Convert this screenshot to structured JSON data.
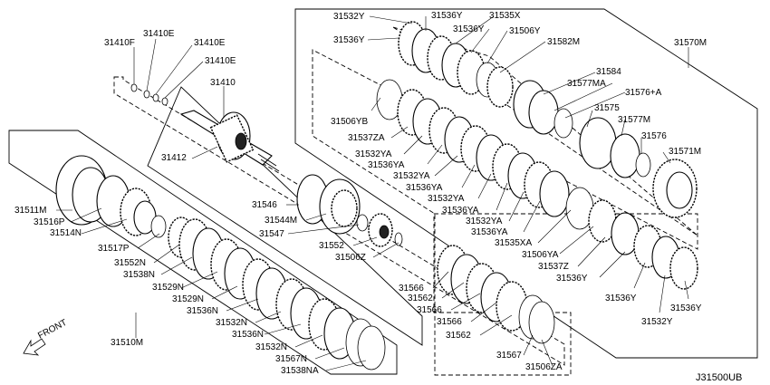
{
  "diagram": {
    "code": "J31500UB",
    "front_label": "FRONT",
    "labels": {
      "p31410F": "31410F",
      "p31410E_a": "31410E",
      "p31410E_b": "31410E",
      "p31410E_c": "31410E",
      "p31410": "31410",
      "p31412": "31412",
      "p31511M": "31511M",
      "p31516P": "31516P",
      "p31514N": "31514N",
      "p31517P": "31517P",
      "p31552N": "31552N",
      "p31538N": "31538N",
      "p31529N_a": "31529N",
      "p31529N_b": "31529N",
      "p31536N_a": "31536N",
      "p31532N_a": "31532N",
      "p31536N_b": "31536N",
      "p31532N_b": "31532N",
      "p31567N": "31567N",
      "p31538NA": "31538NA",
      "p31510M": "31510M",
      "p31546": "31546",
      "p31544M": "31544M",
      "p31547": "31547",
      "p31552": "31552",
      "p31506Z": "31506Z",
      "p31566_a": "31566",
      "p31562_a": "31562",
      "p31566_b": "31566",
      "p31566_c": "31566",
      "p31562_b": "31562",
      "p31567": "31567",
      "p31506ZA": "31506ZA",
      "p31532Y_a": "31532Y",
      "p31536Y_a": "31536Y",
      "p31535X": "31535X",
      "p31536Y_b": "31536Y",
      "p31506Y": "31506Y",
      "p31536Y_c": "31536Y",
      "p31582M": "31582M",
      "p31570M": "31570M",
      "p31584": "31584",
      "p31577MA": "31577MA",
      "p31576A": "31576+A",
      "p31506YB": "31506YB",
      "p31575": "31575",
      "p31577M": "31577M",
      "p31537ZA": "31537ZA",
      "p31576": "31576",
      "p31532YA_a": "31532YA",
      "p31571M": "31571M",
      "p31536YA_a": "31536YA",
      "p31532YA_b": "31532YA",
      "p31536YA_b": "31536YA",
      "p31532YA_c": "31532YA",
      "p31536YA_c": "31536YA",
      "p31532YA_d": "31532YA",
      "p31536YA_d": "31536YA",
      "p31535XA": "31535XA",
      "p31506YA": "31506YA",
      "p31537Z": "31537Z",
      "p31536Y_d": "31536Y",
      "p31536Y_e": "31536Y",
      "p31536Y_f": "31536Y",
      "p31532Y_b": "31532Y"
    }
  }
}
